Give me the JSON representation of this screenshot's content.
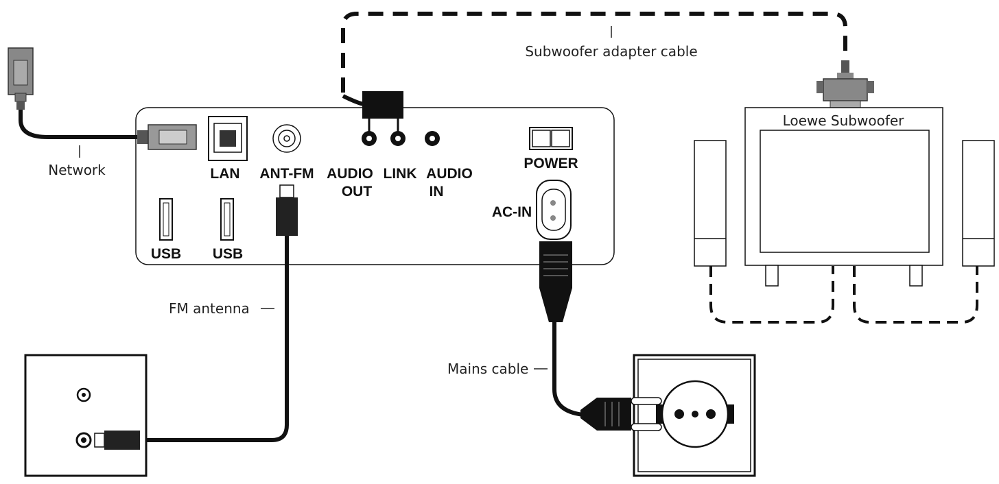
{
  "labels": {
    "network": "Network",
    "fm_antenna": "FM antenna",
    "mains_cable": "Mains cable",
    "subwoofer_adapter_cable": "Subwoofer adapter cable",
    "loewe_subwoofer": "Loewe Subwoofer"
  },
  "ports": {
    "lan": "LAN",
    "ant_fm": "ANT-FM",
    "audio_out_line1": "AUDIO",
    "audio_out_line2": "OUT",
    "link": "LINK",
    "audio_in_line1": "AUDIO",
    "audio_in_line2": "IN",
    "power": "POWER",
    "ac_in": "AC-IN",
    "usb1": "USB",
    "usb2": "USB"
  }
}
